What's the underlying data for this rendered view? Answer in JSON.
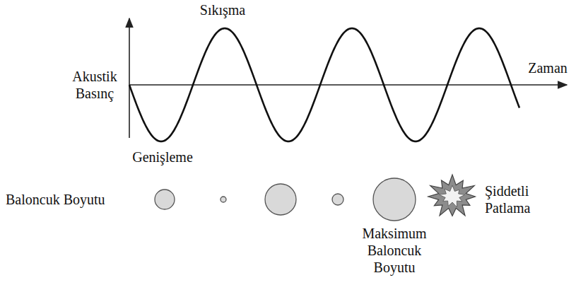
{
  "diagram": {
    "labels": [
      "Sıkışma",
      "Akustik Basınç",
      "Zaman",
      "Genişleme",
      "Baloncuk Boyutu",
      "Maksimum Baloncuk Boyutu",
      "Şiddetli Patlama"
    ]
  }
}
